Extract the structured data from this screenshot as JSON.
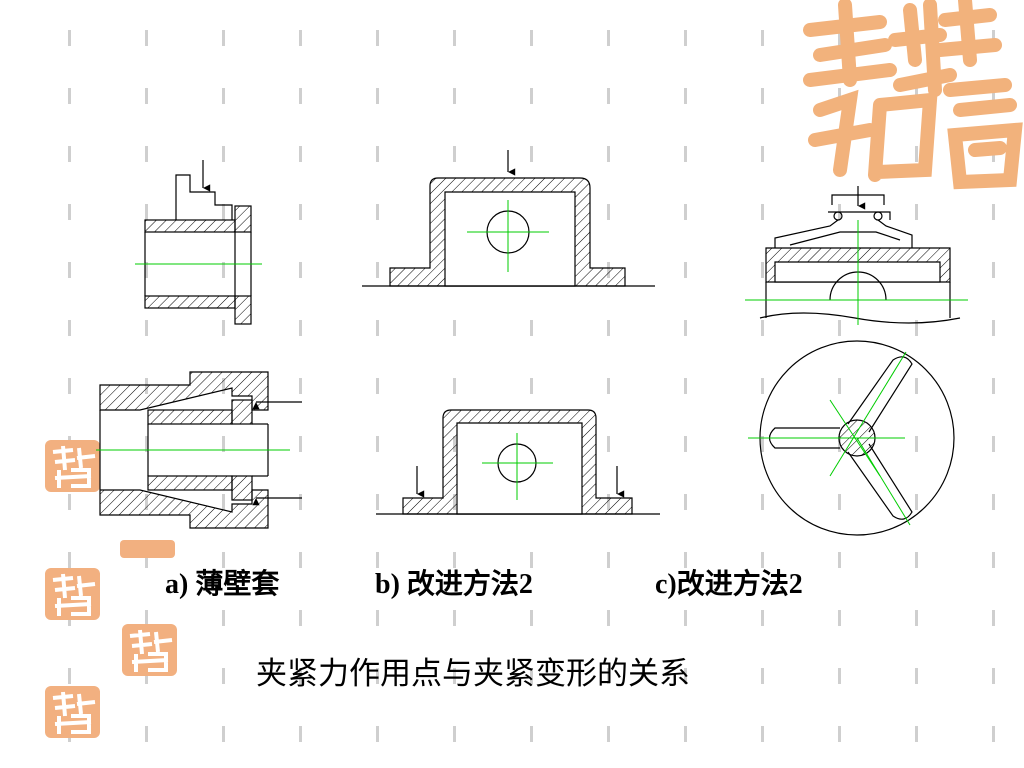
{
  "captions": {
    "a": "a) 薄壁套",
    "b": "b) 改进方法2",
    "c": "c)改进方法2"
  },
  "title": "夹紧力作用点与夹紧变形的关系",
  "colors": {
    "line": "#000000",
    "centerline": "#00cc00",
    "hatch": "#000000",
    "dash_marks": "#c8c8c8",
    "seal": "#f0b07a",
    "seal_small": "#e8a070"
  },
  "icons": {
    "seal_large": "decorative-seal-logo",
    "seal_small": "decorative-seal-logo"
  }
}
